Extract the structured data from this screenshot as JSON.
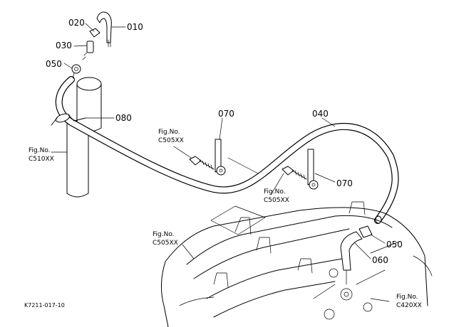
{
  "figure": {
    "code": "K7211-017-10",
    "part_labels": {
      "p010": "010",
      "p020": "020",
      "p030": "030",
      "p040": "040",
      "p050a": "050",
      "p050b": "050",
      "p060": "060",
      "p070a": "070",
      "p070b": "070",
      "p080": "080"
    },
    "figure_refs": {
      "c510": {
        "line1": "Fig.No.",
        "line2": "C510XX"
      },
      "c505_upper": {
        "line1": "Fig.No.",
        "line2": "C505XX"
      },
      "c505_mid": {
        "line1": "Fig.No.",
        "line2": "C505XX"
      },
      "c505_lower": {
        "line1": "Fig.No.",
        "line2": "C505XX"
      },
      "c420": {
        "line1": "Fig.No.",
        "line2": "C420XX"
      }
    }
  }
}
